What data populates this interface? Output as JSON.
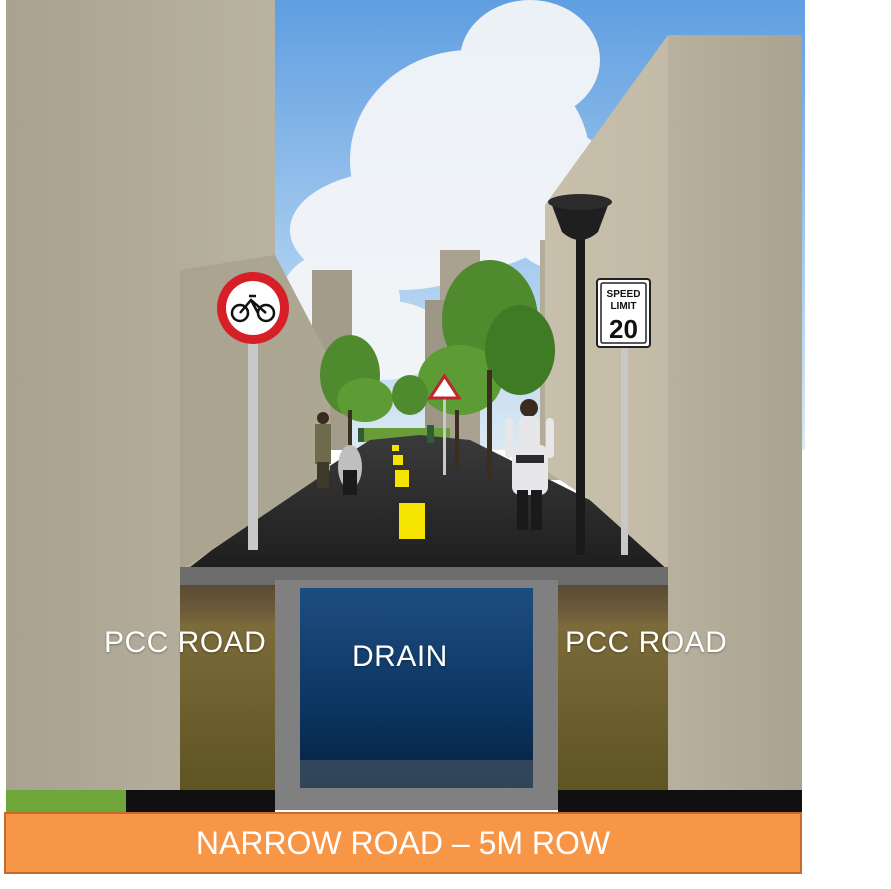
{
  "labels": {
    "pcc_left": "PCC ROAD",
    "pcc_right": "PCC ROAD",
    "drain": "DRAIN"
  },
  "caption": "NARROW ROAD – 5M ROW",
  "signs": {
    "speed_line1": "SPEED",
    "speed_line2": "LIMIT",
    "speed_value": "20"
  },
  "colors": {
    "caption_bar": "#f79646",
    "road_marking": "#f5e400",
    "drain": "#0d3f6e",
    "wall": "#b5ad98",
    "sky": "#8ab8e6"
  }
}
